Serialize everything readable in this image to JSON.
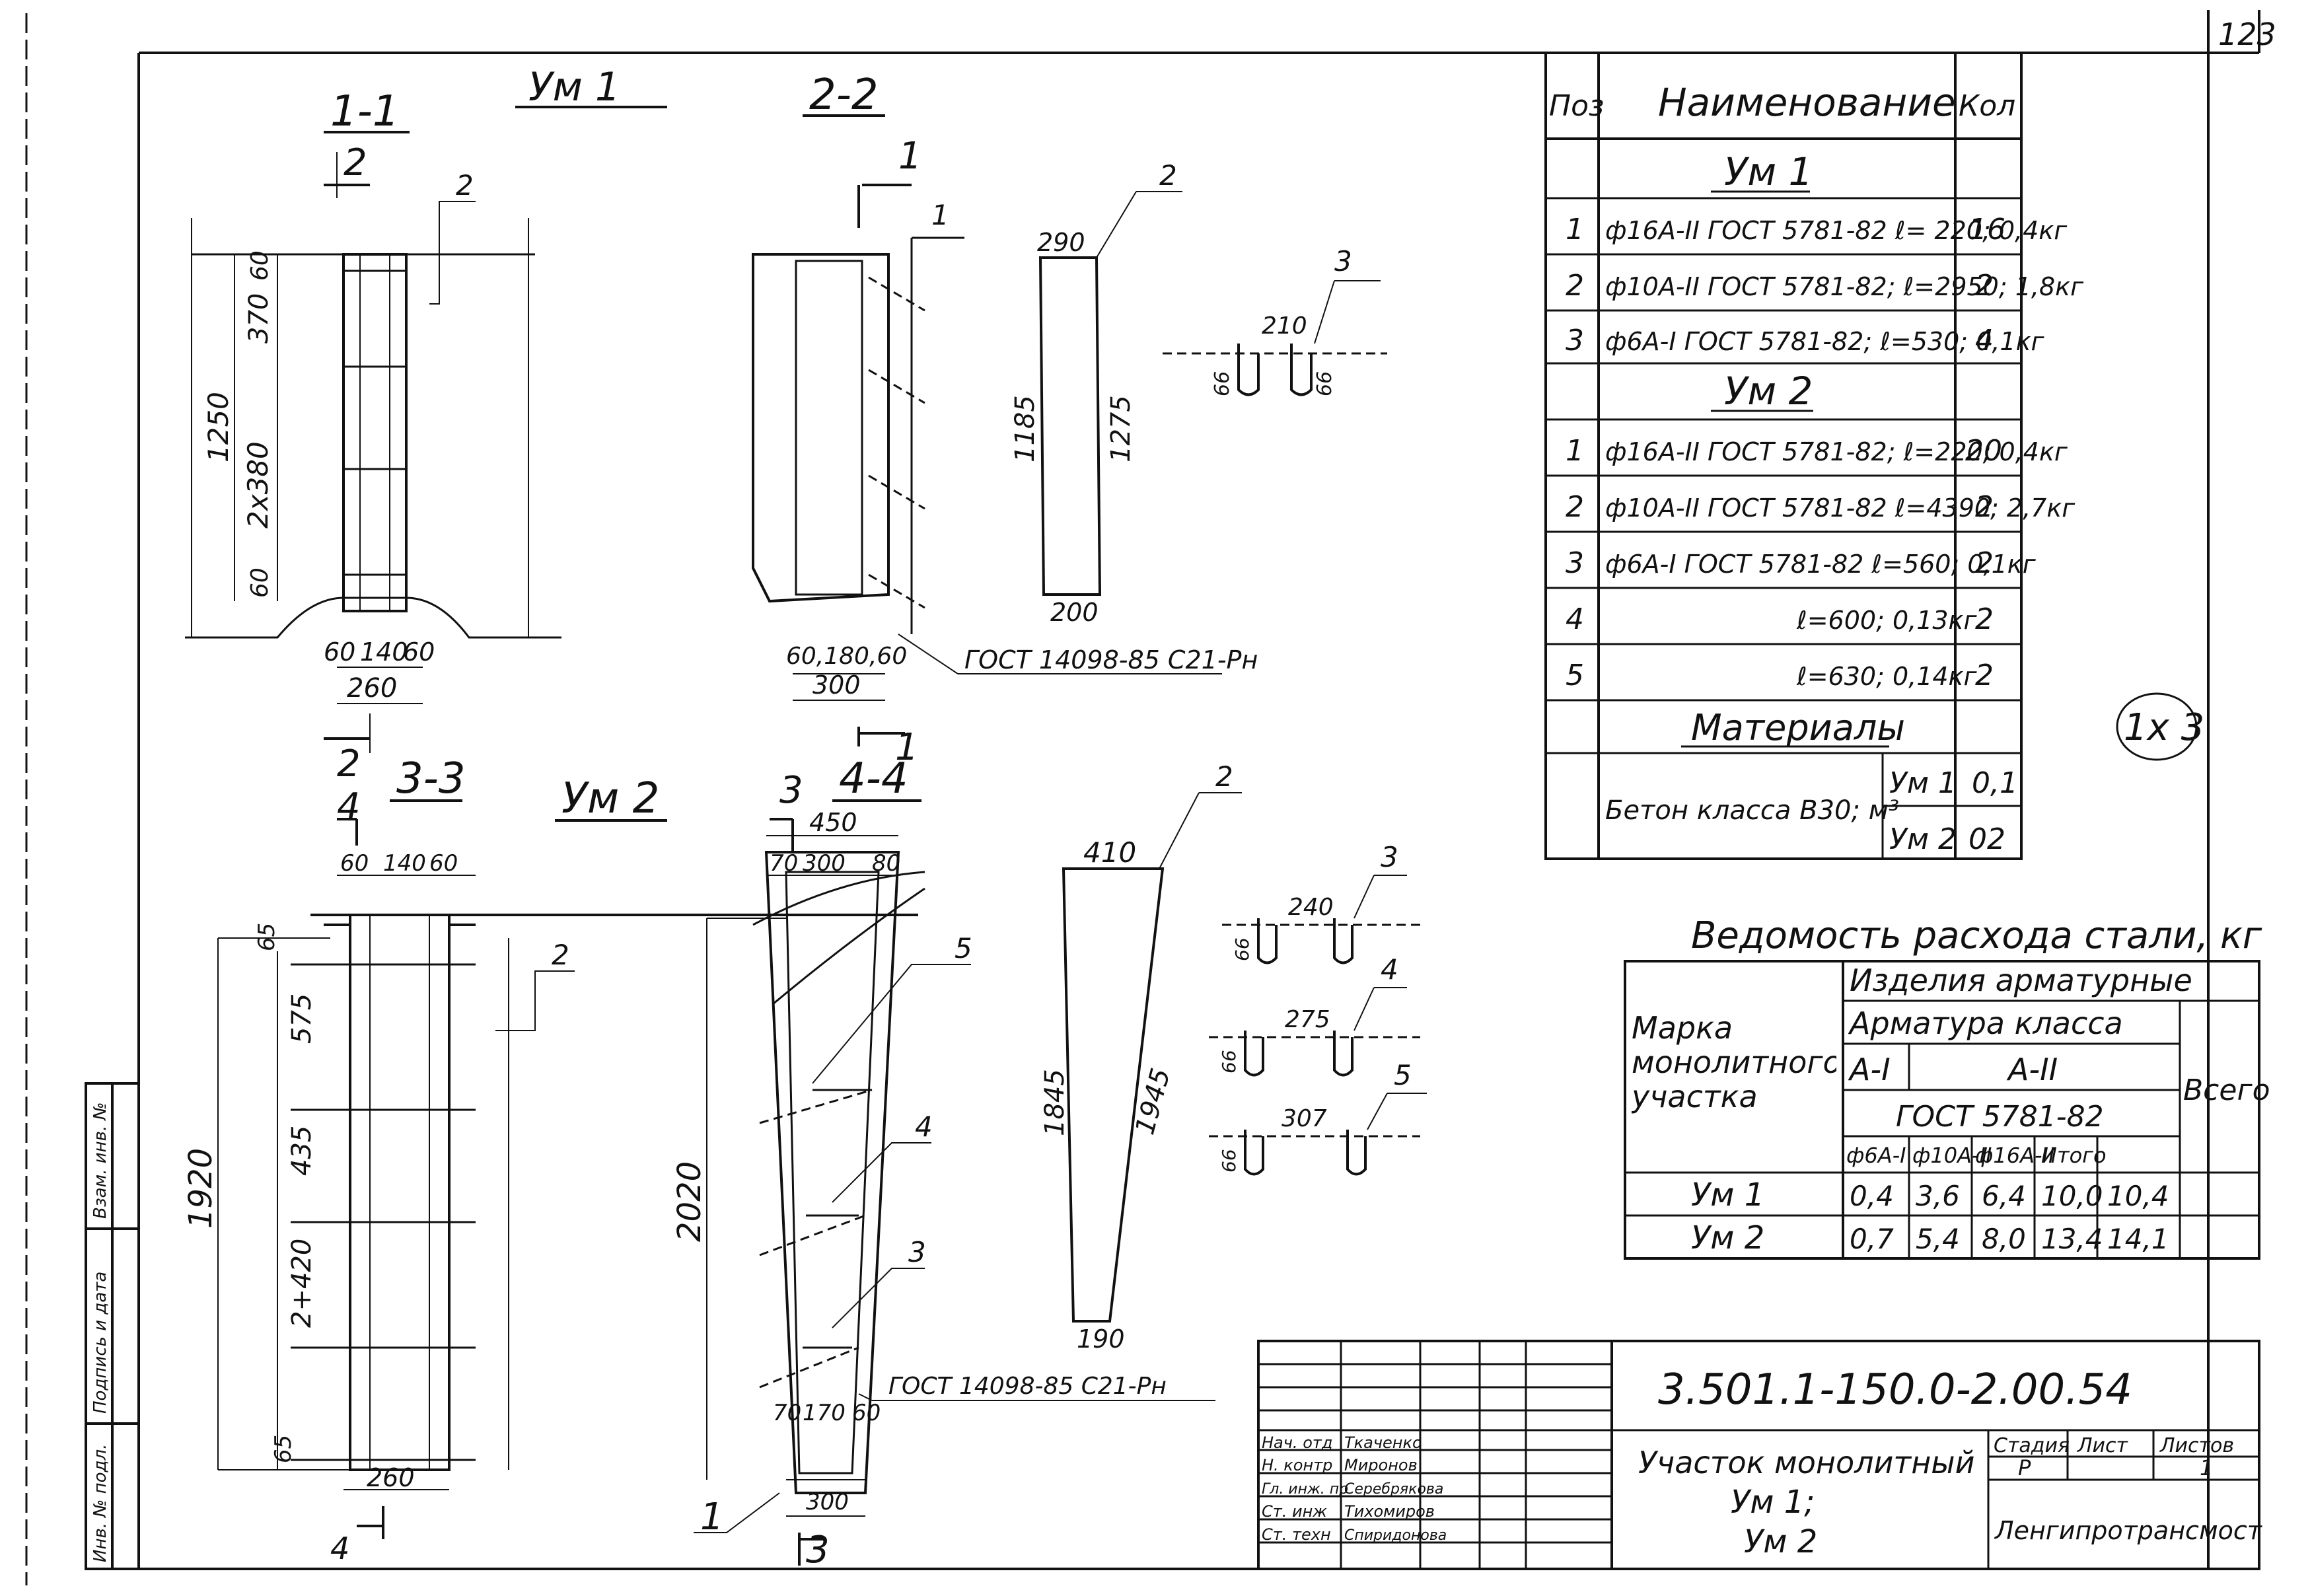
{
  "sheet_number": "123",
  "views": {
    "um1_title": "Ум 1",
    "um2_title": "Ум 2",
    "sec_1_1": "1-1",
    "sec_2_2": "2-2",
    "sec_3_3": "3-3",
    "sec_4_4": "4-4"
  },
  "dims_um1": {
    "sec11_60top": "60",
    "sec11_370": "370",
    "sec11_1250": "1250",
    "sec11_2x380": "2x380",
    "sec11_60bot": "60",
    "sec11_bot_60a": "60",
    "sec11_bot_140": "140",
    "sec11_bot_60b": "60",
    "sec11_260": "260",
    "sec22_bot": "60,180,60",
    "sec22_300": "300",
    "bar2_top": "290",
    "bar2_left": "1185",
    "bar2_right": "1275",
    "bar2_bot": "200",
    "bar3_210": "210",
    "bar3_66a": "66",
    "bar3_66b": "66"
  },
  "dims_um2": {
    "top_60": "60",
    "top_140": "140",
    "top_60b": "60",
    "d65": "65",
    "d575": "575",
    "d435": "435",
    "d1920": "1920",
    "d2x420": "2+420",
    "d65b": "65",
    "d260": "260",
    "s44_450": "450",
    "s44_70": "70",
    "s44_300": "300",
    "s44_80": "80",
    "s44_2020": "2020",
    "s44_b70": "70",
    "s44_b170": "170",
    "s44_b60": "60",
    "s44_b300": "300",
    "bar2_410": "410",
    "bar2_1845": "1845",
    "bar2_1945": "1945",
    "bar2_190": "190",
    "bar3_240": "240",
    "bar4_275": "275",
    "bar5_307": "307",
    "d66": "66"
  },
  "callouts": {
    "c1": "1",
    "c2": "2",
    "c3": "3",
    "c4": "4",
    "c5": "5"
  },
  "gost_labels": {
    "um1": "ГОСТ 14098-85  С21-Рн",
    "um2": "ГОСТ 14098-85  С21-Рн"
  },
  "spec_table": {
    "headers": [
      "Поз",
      "Наименование",
      "Кол"
    ],
    "um1_label": "Ум 1",
    "um1_rows": [
      [
        "1",
        "ф16А-II ГОСТ 5781-82 ℓ= 220; 0,4кг",
        "16"
      ],
      [
        "2",
        "ф10А-II ГОСТ 5781-82; ℓ=2950; 1,8кг",
        "2"
      ],
      [
        "3",
        "ф6А-I ГОСТ 5781-82; ℓ=530; 0,1кг",
        "4"
      ]
    ],
    "um2_label": "Ум 2",
    "um2_rows": [
      [
        "1",
        "ф16А-II ГОСТ 5781-82; ℓ=220; 0,4кг",
        "20"
      ],
      [
        "2",
        "ф10А-II ГОСТ 5781-82 ℓ=4390; 2,7кг",
        "2"
      ],
      [
        "3",
        "ф6А-I ГОСТ 5781-82 ℓ=560; 0,1кг",
        "2"
      ],
      [
        "4",
        "ℓ=600; 0,13кг",
        "2"
      ],
      [
        "5",
        "ℓ=630; 0,14кг",
        "2"
      ]
    ],
    "materials_label": "Материалы",
    "concrete_label": "Бетон класса В30; м³",
    "concrete_rows": [
      [
        "Ум 1",
        "0,1"
      ],
      [
        "Ум 2",
        "02"
      ]
    ]
  },
  "stamp_mark": "1х 3",
  "steel_table": {
    "title": "Ведомость расхода стали, кг",
    "h_products": "Изделия арматурные",
    "h_mark": "Марка монолитного участка",
    "h_class": "Арматура класса",
    "h_total": "Всего",
    "h_ai": "А-I",
    "h_aii": "А-II",
    "h_gost": "ГОСТ 5781-82",
    "sub": [
      "ф6А-I",
      "ф10А-II",
      "ф16А-II",
      "Итого"
    ],
    "rows": [
      [
        "Ум 1",
        "0,4",
        "3,6",
        "6,4",
        "10,0",
        "10,4"
      ],
      [
        "Ум 2",
        "0,7",
        "5,4",
        "8,0",
        "13,4",
        "14,1"
      ]
    ]
  },
  "title_block": {
    "code": "3.501.1-150.0-2.00.54",
    "name_1": "Участок монолитный",
    "name_2": "Ум 1;",
    "name_3": "Ум 2",
    "h_stage": "Стадия",
    "h_sheet": "Лист",
    "h_sheets": "Листов",
    "stage": "Р",
    "sheets": "1",
    "org": "Ленгипротрансмост",
    "roles": [
      [
        "Нач. отд",
        "Ткаченко"
      ],
      [
        "Н. контр",
        "Миронов"
      ],
      [
        "Гл. инж. пр",
        "Серебрякова"
      ],
      [
        "Ст. инж",
        "Тихомиров"
      ],
      [
        "Ст. техн",
        "Спиридонова"
      ]
    ]
  },
  "side_stamp": {
    "inv_orig": "Инв. № подл.",
    "sign_date": "Подпись и дата",
    "replace_inv": "Взам. инв. №"
  }
}
